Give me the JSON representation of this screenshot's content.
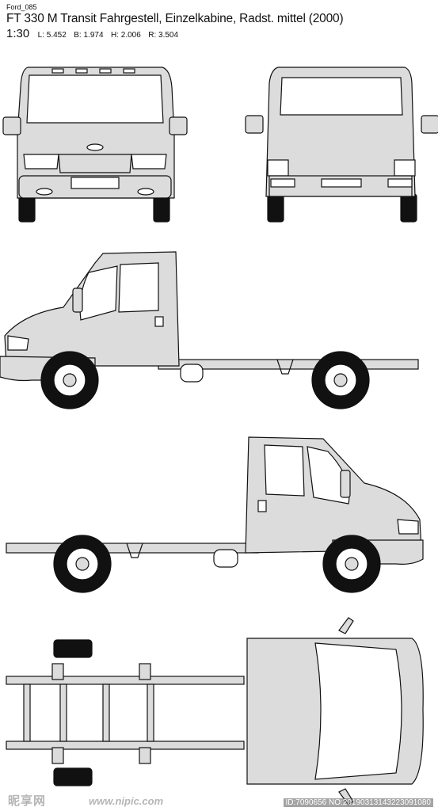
{
  "header": {
    "code": "Ford_085",
    "title": "FT 330 M Transit Fahrgestell, Einzelkabine, Radst. mittel (2000)",
    "scale": "1:30",
    "dimensions": [
      "L: 5.452",
      "B: 1.974",
      "H: 2.006",
      "R: 3.504"
    ]
  },
  "watermark": {
    "logo": "昵享网",
    "url": "www.nipic.com",
    "id": "ID:7090656 NO:20190313143223091080"
  },
  "colors": {
    "body": "#dcdcdc",
    "line": "#111111",
    "glass": "#ffffff",
    "tire": "#111111"
  }
}
